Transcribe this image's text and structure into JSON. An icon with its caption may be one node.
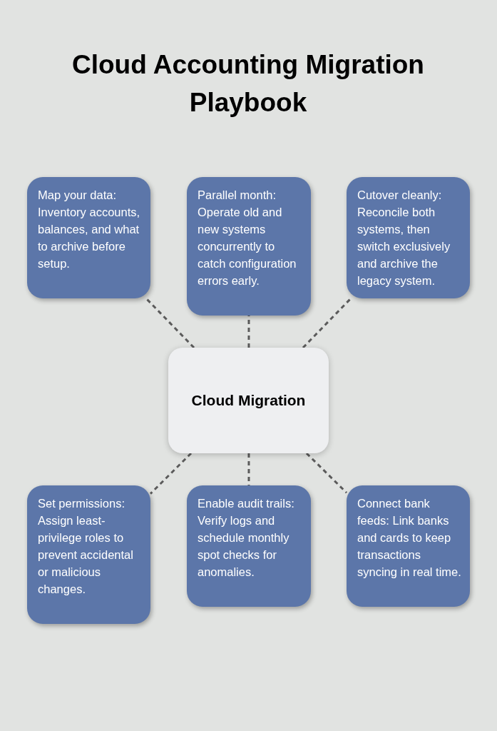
{
  "diagram": {
    "title": "Cloud Accounting Migration Playbook",
    "nodes": [
      {
        "text": [
          "Map your data: Inventory accounts, balances, and what to archive before setup."
        ]
      },
      {
        "text": [
          "Parallel month: Operate old and new systems concurrently to catch configuration errors early."
        ]
      },
      {
        "text": [
          "Cutover cleanly: Reconcile both systems, then switch exclusively and archive the legacy system."
        ]
      },
      {
        "text": [
          "Cloud Migration"
        ]
      },
      {
        "text": [
          "Set permissions: Assign least-privilege roles to prevent accidental or malicious changes."
        ]
      },
      {
        "text": [
          "Enable audit trails: Verify logs and schedule monthly spot checks for anomalies."
        ]
      },
      {
        "text": [
          "Connect bank feeds: Link banks and cards to keep transactions syncing in real time."
        ]
      }
    ],
    "edges": [
      {
        "from": 3,
        "to": 0,
        "arrow": "none",
        "style": "dashed"
      },
      {
        "from": 3,
        "to": 1,
        "arrow": "none",
        "style": "dashed"
      },
      {
        "from": 3,
        "to": 2,
        "arrow": "none",
        "style": "dashed"
      },
      {
        "from": 3,
        "to": 4,
        "arrow": "none",
        "style": "dashed"
      },
      {
        "from": 3,
        "to": 5,
        "arrow": "none",
        "style": "dashed"
      },
      {
        "from": 3,
        "to": 6,
        "arrow": "none",
        "style": "dashed"
      }
    ]
  }
}
